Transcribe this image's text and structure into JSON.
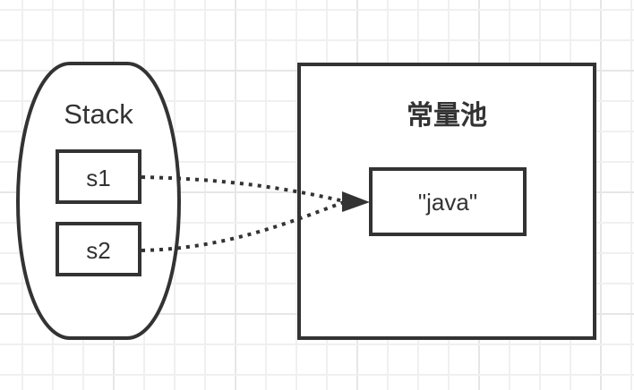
{
  "diagram": {
    "stack": {
      "title": "Stack",
      "variables": [
        {
          "id": "s1",
          "label": "s1"
        },
        {
          "id": "s2",
          "label": "s2"
        }
      ]
    },
    "pool": {
      "title": "常量池",
      "entries": [
        {
          "id": "java",
          "label": "\"java\""
        }
      ]
    },
    "references": [
      {
        "from": "s1",
        "to": "java",
        "style": "dotted",
        "arrowhead": "shared-filled-triangle"
      },
      {
        "from": "s2",
        "to": "java",
        "style": "dotted",
        "arrowhead": "shared-filled-triangle"
      }
    ],
    "colors": {
      "stroke": "#333333",
      "text": "#333333",
      "background": "#ffffff",
      "grid_minor": "#f0f0f0",
      "grid_major": "#e6e6e6"
    }
  }
}
